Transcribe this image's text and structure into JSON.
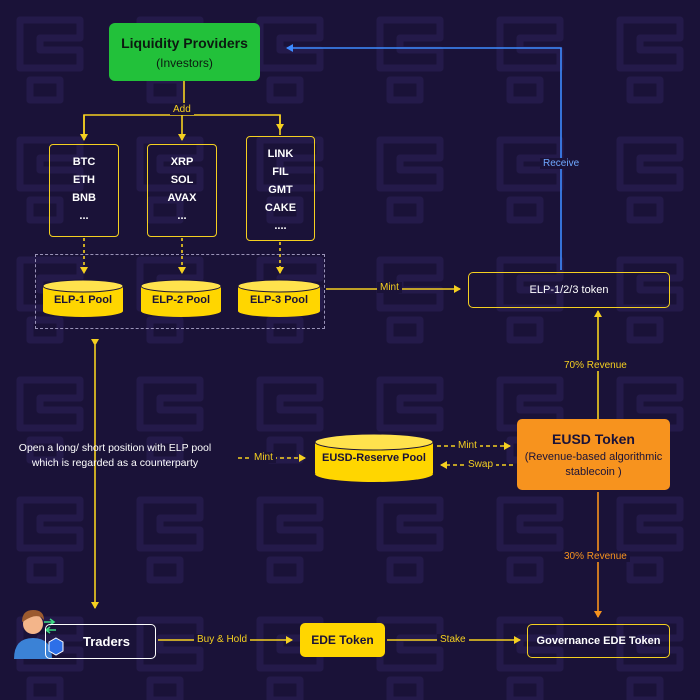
{
  "liquidity_providers": {
    "title": "Liquidity Providers",
    "subtitle": "(Investors)"
  },
  "labels": {
    "add": "Add",
    "mint_elp": "Mint",
    "receive": "Receive",
    "revenue_70": "70% Revenue",
    "revenue_30": "30% Revenue",
    "mint_eusd_left": "Mint",
    "mint_eusd_right": "Mint",
    "swap": "Swap",
    "buy_hold": "Buy & Hold",
    "stake": "Stake"
  },
  "asset_groups": [
    {
      "items": [
        "BTC",
        "ETH",
        "BNB",
        "..."
      ]
    },
    {
      "items": [
        "XRP",
        "SOL",
        "AVAX",
        "..."
      ]
    },
    {
      "items": [
        "LINK",
        "FIL",
        "GMT",
        "CAKE",
        "...."
      ]
    }
  ],
  "pools": [
    "ELP-1 Pool",
    "ELP-2 Pool",
    "ELP-3 Pool"
  ],
  "elp_token": "ELP-1/2/3 token",
  "reserve_pool": "EUSD-Reserve Pool",
  "eusd": {
    "title": "EUSD Token",
    "subtitle": "(Revenue-based algorithmic stablecoin )"
  },
  "position_note": "Open a long/ short position with ELP pool which is regarded as a counterparty",
  "traders": "Traders",
  "ede_token": "EDE Token",
  "governance_token": "Governance EDE Token",
  "colors": {
    "background": "#1a1238",
    "accent_yellow": "#f5d020",
    "green": "#22c13a",
    "orange": "#f7931e",
    "blue_arrow": "#3d8bff"
  }
}
